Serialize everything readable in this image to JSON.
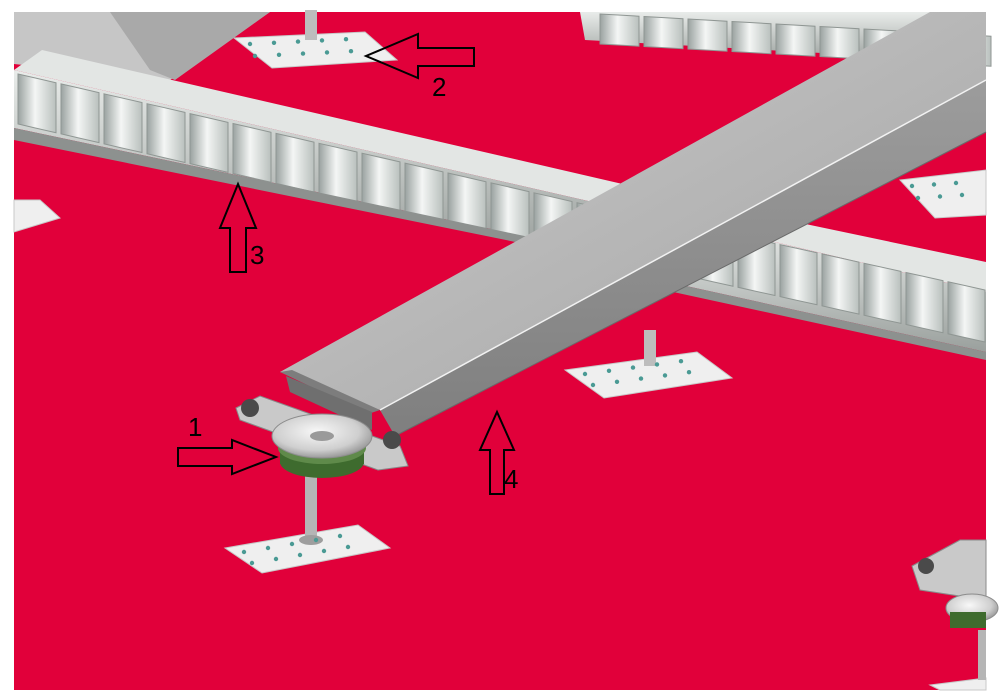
{
  "diagram": {
    "callouts": [
      {
        "id": "1",
        "label": "1"
      },
      {
        "id": "2",
        "label": "2"
      },
      {
        "id": "3",
        "label": "3"
      },
      {
        "id": "4",
        "label": "4"
      }
    ]
  },
  "colors": {
    "background": "#E1003A",
    "frame": "#FFFFFF",
    "metal_light": "#D9D9D9",
    "metal_mid": "#B8B8B8",
    "metal_dark": "#8E8E8E",
    "plate": "#EFEFEF",
    "plate_hole": "#4A9A94",
    "damper": "#3E6B2E",
    "arrow_stroke": "#000000"
  }
}
